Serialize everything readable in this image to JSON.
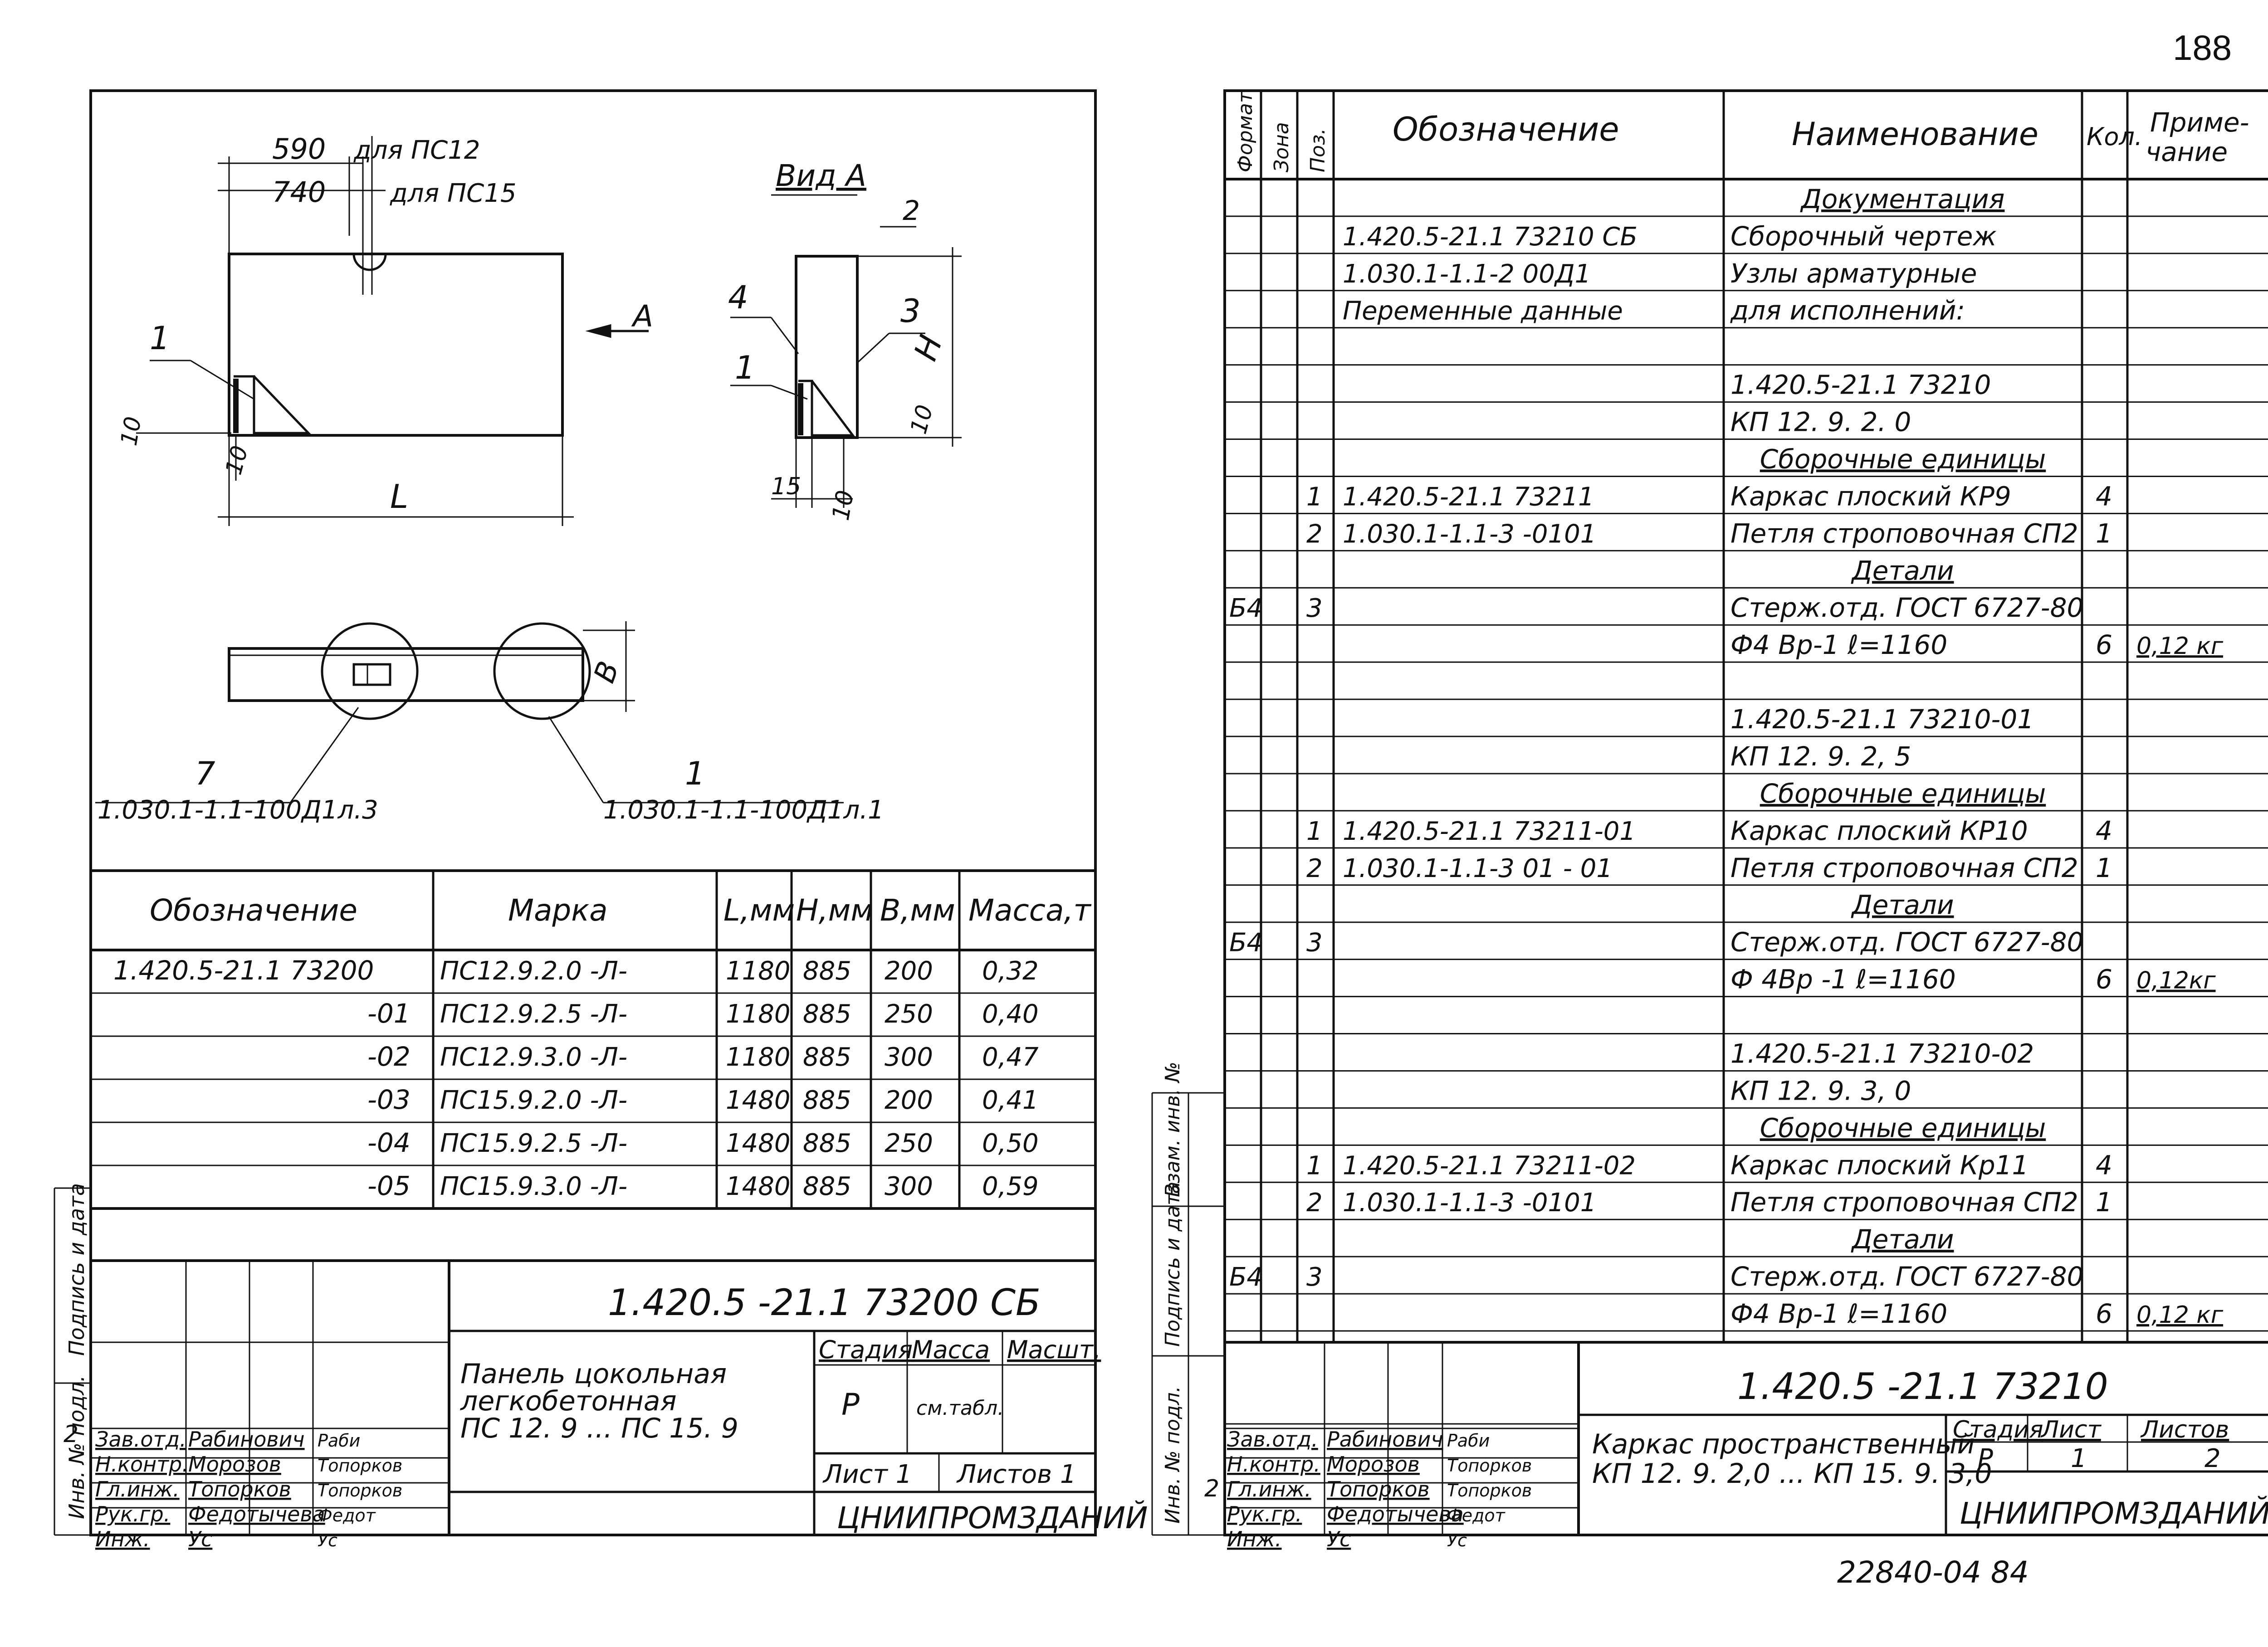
{
  "page_number": "188",
  "left": {
    "drawing": {
      "dim_590": "590",
      "dim_590_note": "для ПС12",
      "dim_740": "740",
      "dim_740_note": "для ПС15",
      "dim_L": "L",
      "dim_10_left": "10",
      "dim_10_bottom": "10",
      "arrow_A": "А",
      "view_A_title": "Вид А",
      "view_A_num": "2",
      "pos_1a": "1",
      "pos_4": "4",
      "pos_1b": "1",
      "pos_3": "3",
      "dim_H": "H",
      "dim_10_right": "10",
      "dim_15": "15",
      "dim_10_side": "10",
      "dim_B": "B",
      "callout_7": "7",
      "callout_7_ref": "1.030.1-1.1-100Д1л.3",
      "callout_1": "1",
      "callout_1_ref": "1.030.1-1.1-100Д1л.1"
    },
    "table": {
      "headers": [
        "Обозначение",
        "Марка",
        "L,мм",
        "H,мм",
        "B,мм",
        "Масса,т"
      ],
      "rows": [
        [
          "1.420.5-21.1 73200",
          "ПС12.9.2.0 -Л-",
          "1180",
          "885",
          "200",
          "0,32"
        ],
        [
          "-01",
          "ПС12.9.2.5 -Л-",
          "1180",
          "885",
          "250",
          "0,40"
        ],
        [
          "-02",
          "ПС12.9.3.0 -Л-",
          "1180",
          "885",
          "300",
          "0,47"
        ],
        [
          "-03",
          "ПС15.9.2.0 -Л-",
          "1480",
          "885",
          "200",
          "0,41"
        ],
        [
          "-04",
          "ПС15.9.2.5 -Л-",
          "1480",
          "885",
          "250",
          "0,50"
        ],
        [
          "-05",
          "ПС15.9.3.0 -Л-",
          "1480",
          "885",
          "300",
          "0,59"
        ]
      ]
    },
    "stamp": {
      "code": "1.420.5 -21.1 73200 СБ",
      "title": [
        "Панель цокольная",
        "легкобетонная",
        "ПС 12. 9 ... ПС 15. 9"
      ],
      "stage_h": "Стадия",
      "mass_h": "Масса",
      "scale_h": "Масшт.",
      "stage": "Р",
      "mass": "см.табл.",
      "sheet": "Лист 1",
      "sheets": "Листов 1",
      "org": "ЦНИИПРОМЗДАНИЙ",
      "roles": [
        "Зав.отд.",
        "Н.контр.",
        "Гл.инж.",
        "Рук.гр.",
        "Инж."
      ],
      "names": [
        "Рабинович",
        "Морозов",
        "Топорков",
        "Федотычева",
        "Ус"
      ],
      "signs": [
        "Раби",
        "Топорков",
        "Топорков",
        "Федот",
        "Ус"
      ],
      "side_labels": [
        "Подпись и дата",
        "Инв. № подл."
      ],
      "side_mark": "2"
    }
  },
  "right": {
    "headers": [
      "Формат",
      "Зона",
      "Поз.",
      "Обозначение",
      "Наименование",
      "Кол.",
      "Приме-",
      "чание"
    ],
    "rows": [
      {
        "fmt": "",
        "pos": "",
        "des": "",
        "name": "Документация",
        "qty": "",
        "note": "",
        "u": true
      },
      {
        "fmt": "",
        "pos": "",
        "des": "1.420.5-21.1 73210 СБ",
        "name": "Сборочный чертеж",
        "qty": "",
        "note": ""
      },
      {
        "fmt": "",
        "pos": "",
        "des": "1.030.1-1.1-2 00Д1",
        "name": "Узлы арматурные",
        "qty": "",
        "note": ""
      },
      {
        "fmt": "",
        "pos": "",
        "des": "Переменные данные",
        "name": "для исполнений:",
        "qty": "",
        "note": ""
      },
      {
        "fmt": "",
        "pos": "",
        "des": "",
        "name": "",
        "qty": "",
        "note": ""
      },
      {
        "fmt": "",
        "pos": "",
        "des": "",
        "name": "1.420.5-21.1 73210",
        "qty": "",
        "note": ""
      },
      {
        "fmt": "",
        "pos": "",
        "des": "",
        "name": "КП 12. 9. 2. 0",
        "qty": "",
        "note": ""
      },
      {
        "fmt": "",
        "pos": "",
        "des": "",
        "name": "Сборочные единицы",
        "qty": "",
        "note": "",
        "u": true
      },
      {
        "fmt": "",
        "pos": "1",
        "des": "1.420.5-21.1 73211",
        "name": "Каркас плоский КР9",
        "qty": "4",
        "note": ""
      },
      {
        "fmt": "",
        "pos": "2",
        "des": "1.030.1-1.1-3 -0101",
        "name": "Петля строповочная СП2",
        "qty": "1",
        "note": ""
      },
      {
        "fmt": "",
        "pos": "",
        "des": "",
        "name": "Детали",
        "qty": "",
        "note": "",
        "u": true
      },
      {
        "fmt": "Б4",
        "pos": "3",
        "des": "",
        "name": "Стерж.отд. ГОСТ 6727-80",
        "qty": "",
        "note": ""
      },
      {
        "fmt": "",
        "pos": "",
        "des": "",
        "name": "Ф4 Вр-1     ℓ=1160",
        "qty": "6",
        "note": "0,12 кг"
      },
      {
        "fmt": "",
        "pos": "",
        "des": "",
        "name": "",
        "qty": "",
        "note": ""
      },
      {
        "fmt": "",
        "pos": "",
        "des": "",
        "name": "1.420.5-21.1 73210-01",
        "qty": "",
        "note": ""
      },
      {
        "fmt": "",
        "pos": "",
        "des": "",
        "name": "КП 12. 9. 2, 5",
        "qty": "",
        "note": ""
      },
      {
        "fmt": "",
        "pos": "",
        "des": "",
        "name": "Сборочные единицы",
        "qty": "",
        "note": "",
        "u": true
      },
      {
        "fmt": "",
        "pos": "1",
        "des": "1.420.5-21.1 73211-01",
        "name": "Каркас плоский КР10",
        "qty": "4",
        "note": ""
      },
      {
        "fmt": "",
        "pos": "2",
        "des": "1.030.1-1.1-3 01 - 01",
        "name": "Петля строповочная СП2",
        "qty": "1",
        "note": ""
      },
      {
        "fmt": "",
        "pos": "",
        "des": "",
        "name": "Детали",
        "qty": "",
        "note": "",
        "u": true
      },
      {
        "fmt": "Б4",
        "pos": "3",
        "des": "",
        "name": "Стерж.отд. ГОСТ 6727-80",
        "qty": "",
        "note": ""
      },
      {
        "fmt": "",
        "pos": "",
        "des": "",
        "name": "Ф 4Вр -1     ℓ=1160",
        "qty": "6",
        "note": "0,12кг"
      },
      {
        "fmt": "",
        "pos": "",
        "des": "",
        "name": "",
        "qty": "",
        "note": ""
      },
      {
        "fmt": "",
        "pos": "",
        "des": "",
        "name": "1.420.5-21.1 73210-02",
        "qty": "",
        "note": ""
      },
      {
        "fmt": "",
        "pos": "",
        "des": "",
        "name": "КП 12. 9. 3, 0",
        "qty": "",
        "note": ""
      },
      {
        "fmt": "",
        "pos": "",
        "des": "",
        "name": "Сборочные единицы",
        "qty": "",
        "note": "",
        "u": true
      },
      {
        "fmt": "",
        "pos": "1",
        "des": "1.420.5-21.1 73211-02",
        "name": "Каркас плоский Кр11",
        "qty": "4",
        "note": ""
      },
      {
        "fmt": "",
        "pos": "2",
        "des": "1.030.1-1.1-3 -0101",
        "name": "Петля строповочная СП2",
        "qty": "1",
        "note": ""
      },
      {
        "fmt": "",
        "pos": "",
        "des": "",
        "name": "Детали",
        "qty": "",
        "note": "",
        "u": true
      },
      {
        "fmt": "Б4",
        "pos": "3",
        "des": "",
        "name": "Стерж.отд. ГОСТ 6727-80",
        "qty": "",
        "note": ""
      },
      {
        "fmt": "",
        "pos": "",
        "des": "",
        "name": "Ф4 Вр-1     ℓ=1160",
        "qty": "6",
        "note": "0,12 кг"
      }
    ],
    "stamp": {
      "code": "1.420.5 -21.1 73210",
      "title": [
        "Каркас пространственный",
        "КП 12. 9. 2,0 ... КП 15. 9. 3,0"
      ],
      "stage_h": "Стадия",
      "sheet_h": "Лист",
      "sheets_h": "Листов",
      "stage": "Р",
      "sheet": "1",
      "sheets": "2",
      "org": "ЦНИИПРОМЗДАНИЙ",
      "roles": [
        "Зав.отд.",
        "Н.контр.",
        "Гл.инж.",
        "Рук.гр.",
        "Инж."
      ],
      "names": [
        "Рабинович",
        "Морозов",
        "Топорков",
        "Федотычева",
        "Ус"
      ],
      "signs": [
        "Раби",
        "Топорков",
        "Топорков",
        "Федот",
        "Ус"
      ],
      "side_labels": [
        "Инв. № подл.",
        "Подпись и дата",
        "Взам. инв. №"
      ],
      "side_mark": "2"
    },
    "footer_code": "22840-04 84"
  }
}
